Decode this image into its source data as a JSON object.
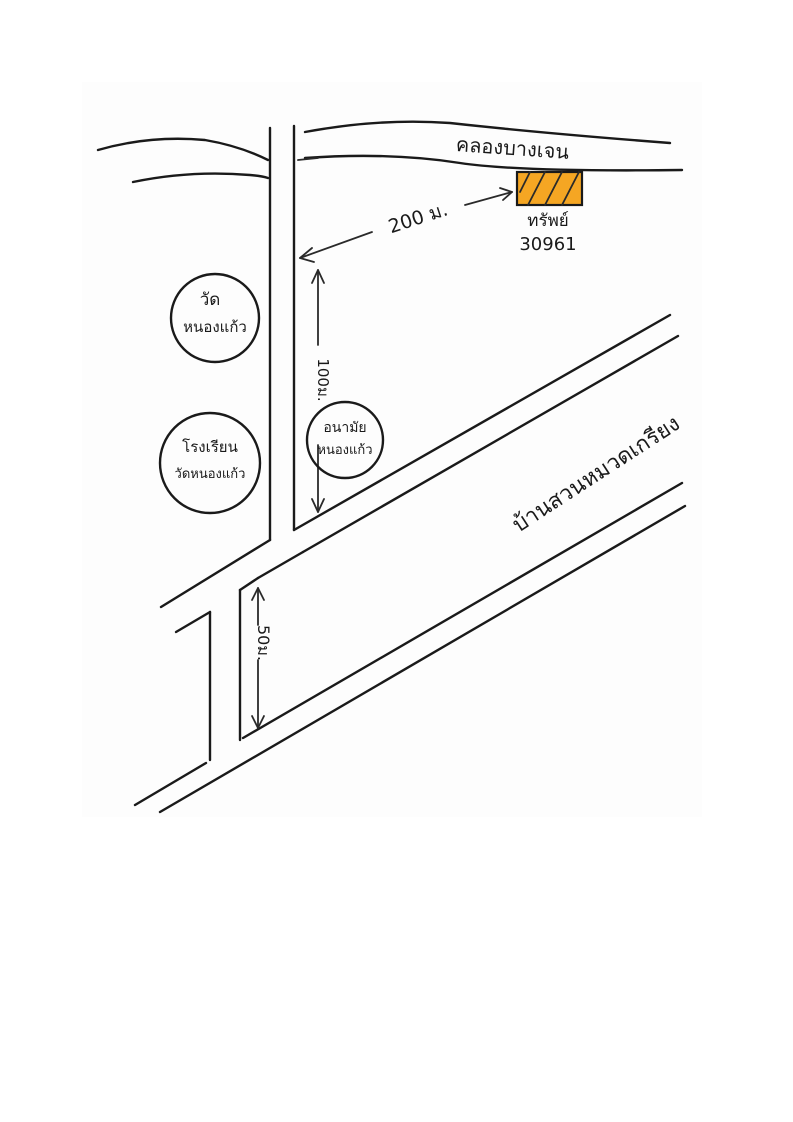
{
  "map": {
    "canal_label": "คลองบางเจน",
    "property_label_line1": "ทรัพย์",
    "property_label_line2": "30961",
    "property_color": "#f5a623",
    "distance_canal": "200 ม.",
    "distance_side": "100ม.",
    "distance_lower": "50ม.",
    "temple_line1": "วัด",
    "temple_line2": "หนองแก้ว",
    "school_line1": "โรงเรียน",
    "school_line2": "วัดหนองแก้ว",
    "health_line1": "อนามัย",
    "health_line2": "หนองแก้ว",
    "village_label": "บ้านสวนหมวดเกรียง"
  }
}
